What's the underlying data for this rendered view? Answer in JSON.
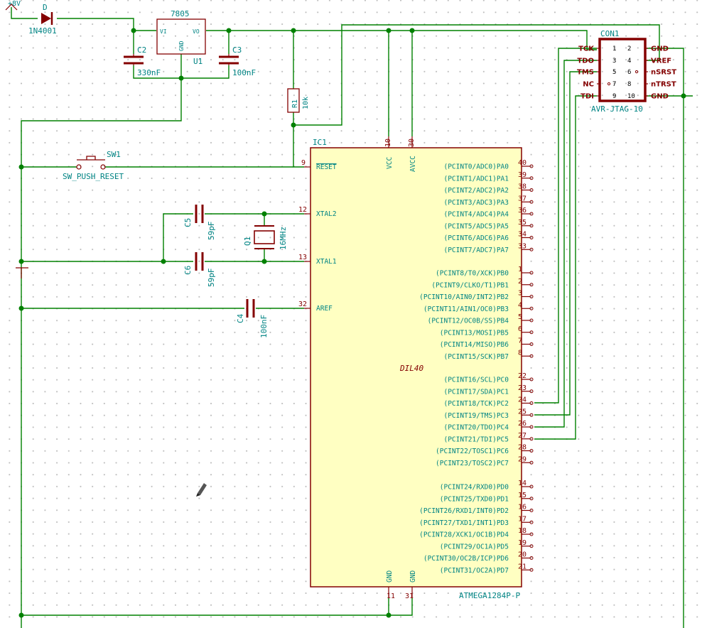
{
  "power": {
    "net": "+8V"
  },
  "diode": {
    "ref": "D",
    "value": "1N4001"
  },
  "regulator": {
    "ref": "U1",
    "value": "7805",
    "pins": [
      "VI",
      "GND",
      "VO"
    ]
  },
  "capacitors": {
    "c2": {
      "ref": "C2",
      "value": "330nF"
    },
    "c3": {
      "ref": "C3",
      "value": "100nF"
    },
    "c4": {
      "ref": "C4",
      "value": "100nF"
    },
    "c5": {
      "ref": "C5",
      "value": "59pF"
    },
    "c6": {
      "ref": "C6",
      "value": "59pF"
    }
  },
  "resistor": {
    "ref": "R1",
    "value": "10k"
  },
  "crystal": {
    "ref": "Q1",
    "value": "16MHz"
  },
  "switch": {
    "ref": "SW1",
    "value": "SW_PUSH_RESET"
  },
  "connector": {
    "ref": "CON1",
    "value": "AVR-JTAG-10",
    "left_labels": [
      "TCK",
      "TDO",
      "TMS",
      "NC",
      "TDI"
    ],
    "right_labels": [
      "GND",
      "VREF",
      "nSRST",
      "nTRST",
      "GND"
    ],
    "pins_left": [
      "1",
      "3",
      "5",
      "7",
      "9"
    ],
    "pins_right": [
      "2",
      "4",
      "6",
      "8",
      "10"
    ]
  },
  "mcu": {
    "ref": "IC1",
    "footprint": "DIL40",
    "value": "ATMEGA1284P-P",
    "top_pins": [
      {
        "num": "10",
        "name": "VCC"
      },
      {
        "num": "30",
        "name": "AVCC"
      }
    ],
    "bottom_pins": [
      {
        "num": "11",
        "name": "GND"
      },
      {
        "num": "31",
        "name": "GND"
      }
    ],
    "left_pins": [
      {
        "num": "9",
        "name": "RESET"
      },
      {
        "num": "12",
        "name": "XTAL2"
      },
      {
        "num": "13",
        "name": "XTAL1"
      },
      {
        "num": "32",
        "name": "AREF"
      }
    ],
    "right_pins": [
      {
        "num": "40",
        "name": "(PCINT0/ADC0)PA0"
      },
      {
        "num": "39",
        "name": "(PCINT1/ADC1)PA1"
      },
      {
        "num": "38",
        "name": "(PCINT2/ADC2)PA2"
      },
      {
        "num": "37",
        "name": "(PCINT3/ADC3)PA3"
      },
      {
        "num": "36",
        "name": "(PCINT4/ADC4)PA4"
      },
      {
        "num": "35",
        "name": "(PCINT5/ADC5)PA5"
      },
      {
        "num": "34",
        "name": "(PCINT6/ADC6)PA6"
      },
      {
        "num": "33",
        "name": "(PCINT7/ADC7)PA7"
      },
      {
        "num": "1",
        "name": "(PCINT8/T0/XCK)PB0"
      },
      {
        "num": "2",
        "name": "(PCINT9/CLKO/T1)PB1"
      },
      {
        "num": "3",
        "name": "(PCINT10/AIN0/INT2)PB2"
      },
      {
        "num": "4",
        "name": "(PCINT11/AIN1/OC0)PB3"
      },
      {
        "num": "5",
        "name": "(PCINT12/OC0B/SS)PB4"
      },
      {
        "num": "6",
        "name": "(PCINT13/MOSI)PB5"
      },
      {
        "num": "7",
        "name": "(PCINT14/MISO)PB6"
      },
      {
        "num": "8",
        "name": "(PCINT15/SCK)PB7"
      },
      {
        "num": "22",
        "name": "(PCINT16/SCL)PC0"
      },
      {
        "num": "23",
        "name": "(PCINT17/SDA)PC1"
      },
      {
        "num": "24",
        "name": "(PCINT18/TCK)PC2"
      },
      {
        "num": "25",
        "name": "(PCINT19/TMS)PC3"
      },
      {
        "num": "26",
        "name": "(PCINT20/TDO)PC4"
      },
      {
        "num": "27",
        "name": "(PCINT21/TDI)PC5"
      },
      {
        "num": "28",
        "name": "(PCINT22/TOSC1)PC6"
      },
      {
        "num": "29",
        "name": "(PCINT23/TOSC2)PC7"
      },
      {
        "num": "14",
        "name": "(PCINT24/RXD0)PD0"
      },
      {
        "num": "15",
        "name": "(PCINT25/TXD0)PD1"
      },
      {
        "num": "16",
        "name": "(PCINT26/RXD1/INT0)PD2"
      },
      {
        "num": "17",
        "name": "(PCINT27/TXD1/INT1)PD3"
      },
      {
        "num": "18",
        "name": "(PCINT28/XCK1/OC1B)PD4"
      },
      {
        "num": "19",
        "name": "(PCINT29/OC1A)PD5"
      },
      {
        "num": "20",
        "name": "(PCINT30/OC2B/ICP)PD6"
      },
      {
        "num": "21",
        "name": "(PCINT31/OC2A)PD7"
      }
    ]
  },
  "colors": {
    "wire": "#008000",
    "device": "#840000",
    "text": "#008484",
    "ic_fill": "#ffffc2"
  }
}
